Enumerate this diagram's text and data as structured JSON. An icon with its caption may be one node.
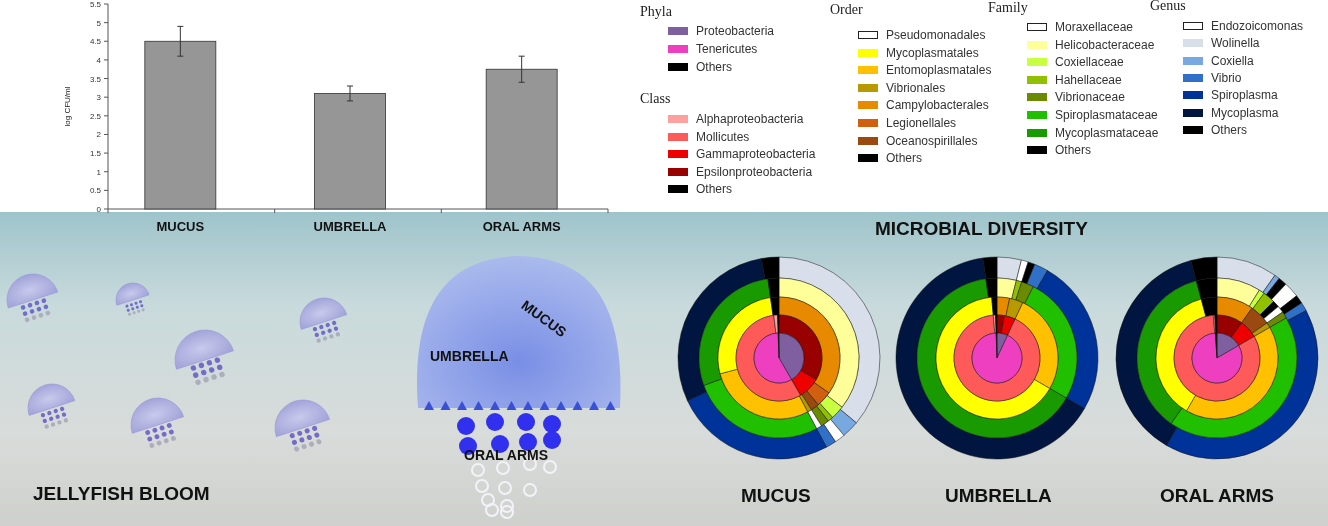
{
  "diagram": {
    "labels": [
      "Phyla",
      "Order",
      "Family",
      "Genus",
      "Class",
      "MICROBIAL DIVERSITY",
      "MUCUS",
      "UMBRELLA",
      "ORAL ARMS",
      "JELLYFISH BLOOM",
      "MUCUS",
      "UMBRELLA",
      "ORAL ARMS"
    ],
    "legend": [
      {
        "text": "Proteobacteria",
        "color": "#7f5fa0"
      },
      {
        "text": "Tenericutes",
        "color": "#ee3fc0"
      },
      {
        "text": "Others",
        "color": "#000000"
      },
      {
        "text": "Alphaproteobacteria",
        "color": "#ff9f9f"
      },
      {
        "text": "Mollicutes",
        "color": "#ff5a5a"
      },
      {
        "text": "Gammaproteobacteria",
        "color": "#ee0000"
      },
      {
        "text": "Epsilonproteobacteria",
        "color": "#990000"
      },
      {
        "text": "Others",
        "color": "#000000"
      },
      {
        "text": "Pseudomonadales",
        "color": "#ffffff"
      },
      {
        "text": "Mycoplasmatales",
        "color": "#ffff00"
      },
      {
        "text": "Entomoplasmatales",
        "color": "#ffc000"
      },
      {
        "text": "Vibrionales",
        "color": "#b89a00"
      },
      {
        "text": "Campylobacterales",
        "color": "#e88a00"
      },
      {
        "text": "Legionellales",
        "color": "#d06010"
      },
      {
        "text": "Oceanospirillales",
        "color": "#9a4a10"
      },
      {
        "text": "Others",
        "color": "#000000"
      },
      {
        "text": "Moraxellaceae",
        "color": "#ffffff"
      },
      {
        "text": "Helicobacteraceae",
        "color": "#ffff99"
      },
      {
        "text": "Coxiellaceae",
        "color": "#c8ff40"
      },
      {
        "text": "Hahellaceae",
        "color": "#90c000"
      },
      {
        "text": "Vibrionaceae",
        "color": "#6a8a00"
      },
      {
        "text": "Spiroplasmataceae",
        "color": "#20c000"
      },
      {
        "text": "Mycoplasmataceae",
        "color": "#189a00"
      },
      {
        "text": "Others",
        "color": "#000000"
      },
      {
        "text": "Endozoicomonas",
        "color": "#ffffff"
      },
      {
        "text": "Wolinella",
        "color": "#d8dfea"
      },
      {
        "text": "Coxiella",
        "color": "#78a8e0"
      },
      {
        "text": "Vibrio",
        "color": "#3070c8"
      },
      {
        "text": "Spiroplasma",
        "color": "#003399"
      },
      {
        "text": "Mycoplasma",
        "color": "#001540"
      },
      {
        "text": "Others",
        "color": "#000000"
      }
    ],
    "chart_data": {
      "type": "bar",
      "ylabel": "log CFU/ml",
      "categories": [
        "MUCUS",
        "UMBRELLA",
        "ORAL ARMS"
      ],
      "series": [
        {
          "color": "#969696",
          "values": [
            4.5,
            3.1,
            3.75
          ]
        }
      ],
      "ylim": [
        0,
        5.5
      ],
      "yticks": [
        0,
        0.5,
        1,
        1.5,
        2,
        2.5,
        3,
        3.5,
        4,
        4.5,
        5,
        5.5
      ]
    }
  }
}
